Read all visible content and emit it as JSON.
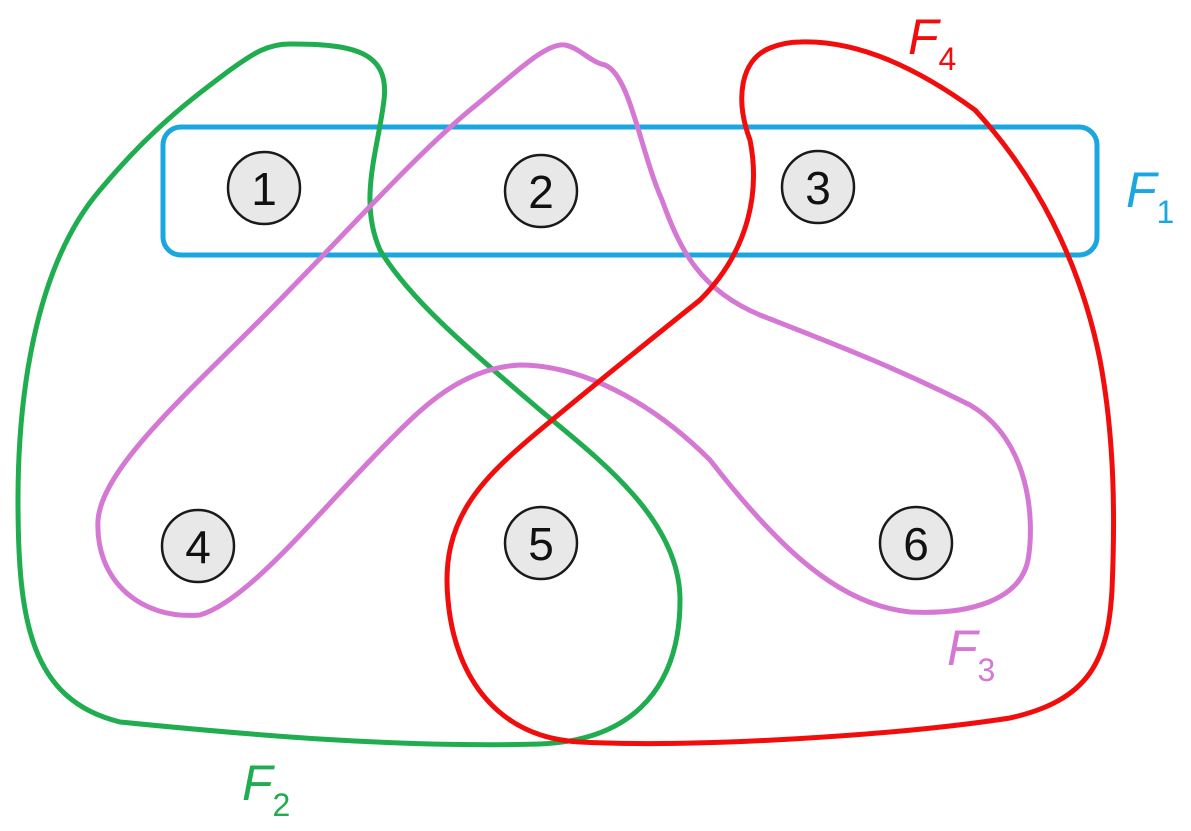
{
  "nodes": [
    {
      "id": "1",
      "label": "1"
    },
    {
      "id": "2",
      "label": "2"
    },
    {
      "id": "3",
      "label": "3"
    },
    {
      "id": "4",
      "label": "4"
    },
    {
      "id": "5",
      "label": "5"
    },
    {
      "id": "6",
      "label": "6"
    }
  ],
  "sets": [
    {
      "id": "F1",
      "name": "F",
      "subscript": "1",
      "color": "#1aa7e0",
      "members": [
        "1",
        "2",
        "3"
      ]
    },
    {
      "id": "F2",
      "name": "F",
      "subscript": "2",
      "color": "#1fad4f",
      "members": [
        "1",
        "4",
        "5"
      ]
    },
    {
      "id": "F3",
      "name": "F",
      "subscript": "3",
      "color": "#d478d4",
      "members": [
        "2",
        "4",
        "6"
      ]
    },
    {
      "id": "F4",
      "name": "F",
      "subscript": "4",
      "color": "#f20d0d",
      "members": [
        "3",
        "5",
        "6"
      ]
    }
  ]
}
